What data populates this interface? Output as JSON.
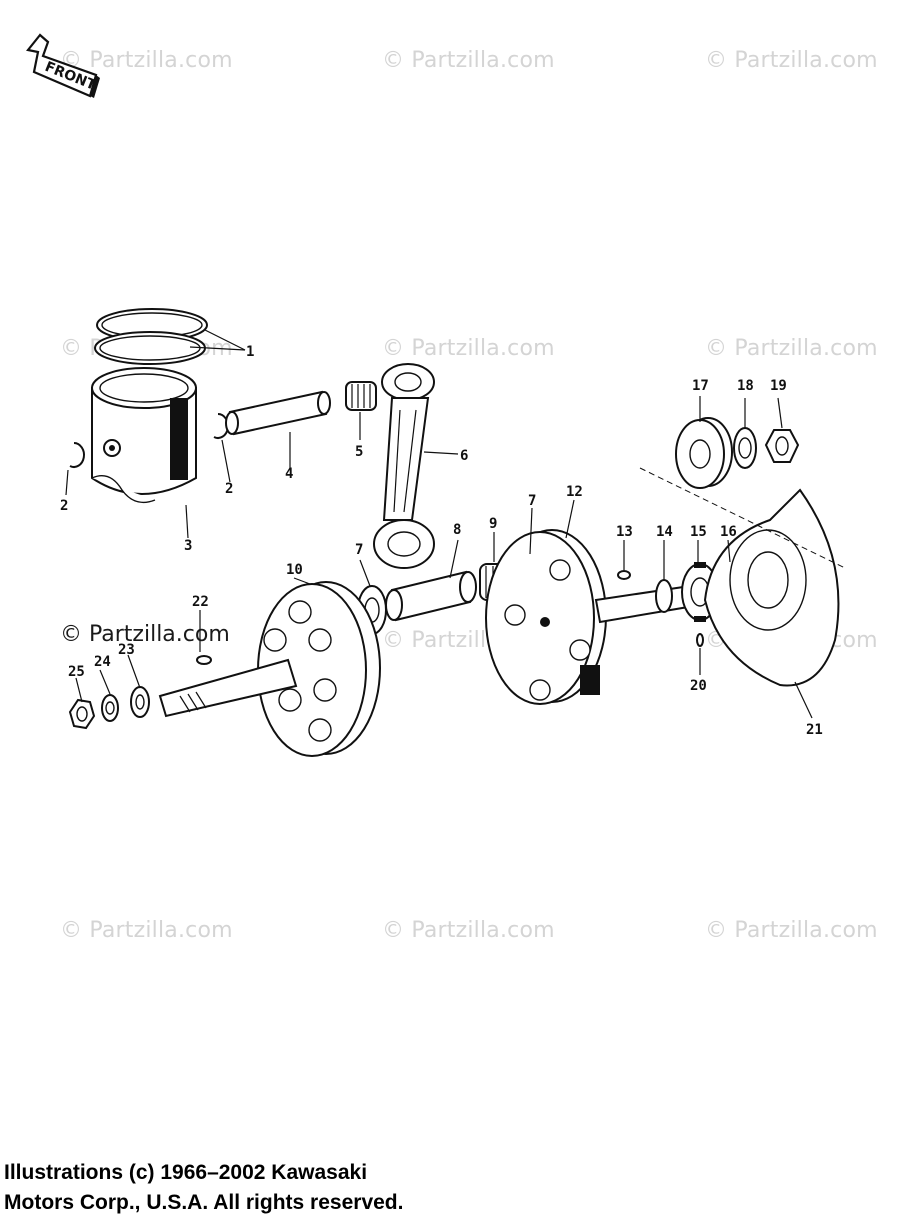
{
  "watermarks": {
    "text": "© Partzilla.com",
    "dark_text": "© Partzilla.com"
  },
  "front_label": "FRONT",
  "callouts": [
    "1",
    "2",
    "2",
    "3",
    "4",
    "5",
    "6",
    "7",
    "7",
    "8",
    "9",
    "10",
    "12",
    "13",
    "14",
    "15",
    "16",
    "17",
    "18",
    "19",
    "20",
    "21",
    "22",
    "23",
    "24",
    "25"
  ],
  "copyright": {
    "line1": "Illustrations (c) 1966–2002 Kawasaki",
    "line2": "Motors Corp., U.S.A.  All rights reserved."
  }
}
